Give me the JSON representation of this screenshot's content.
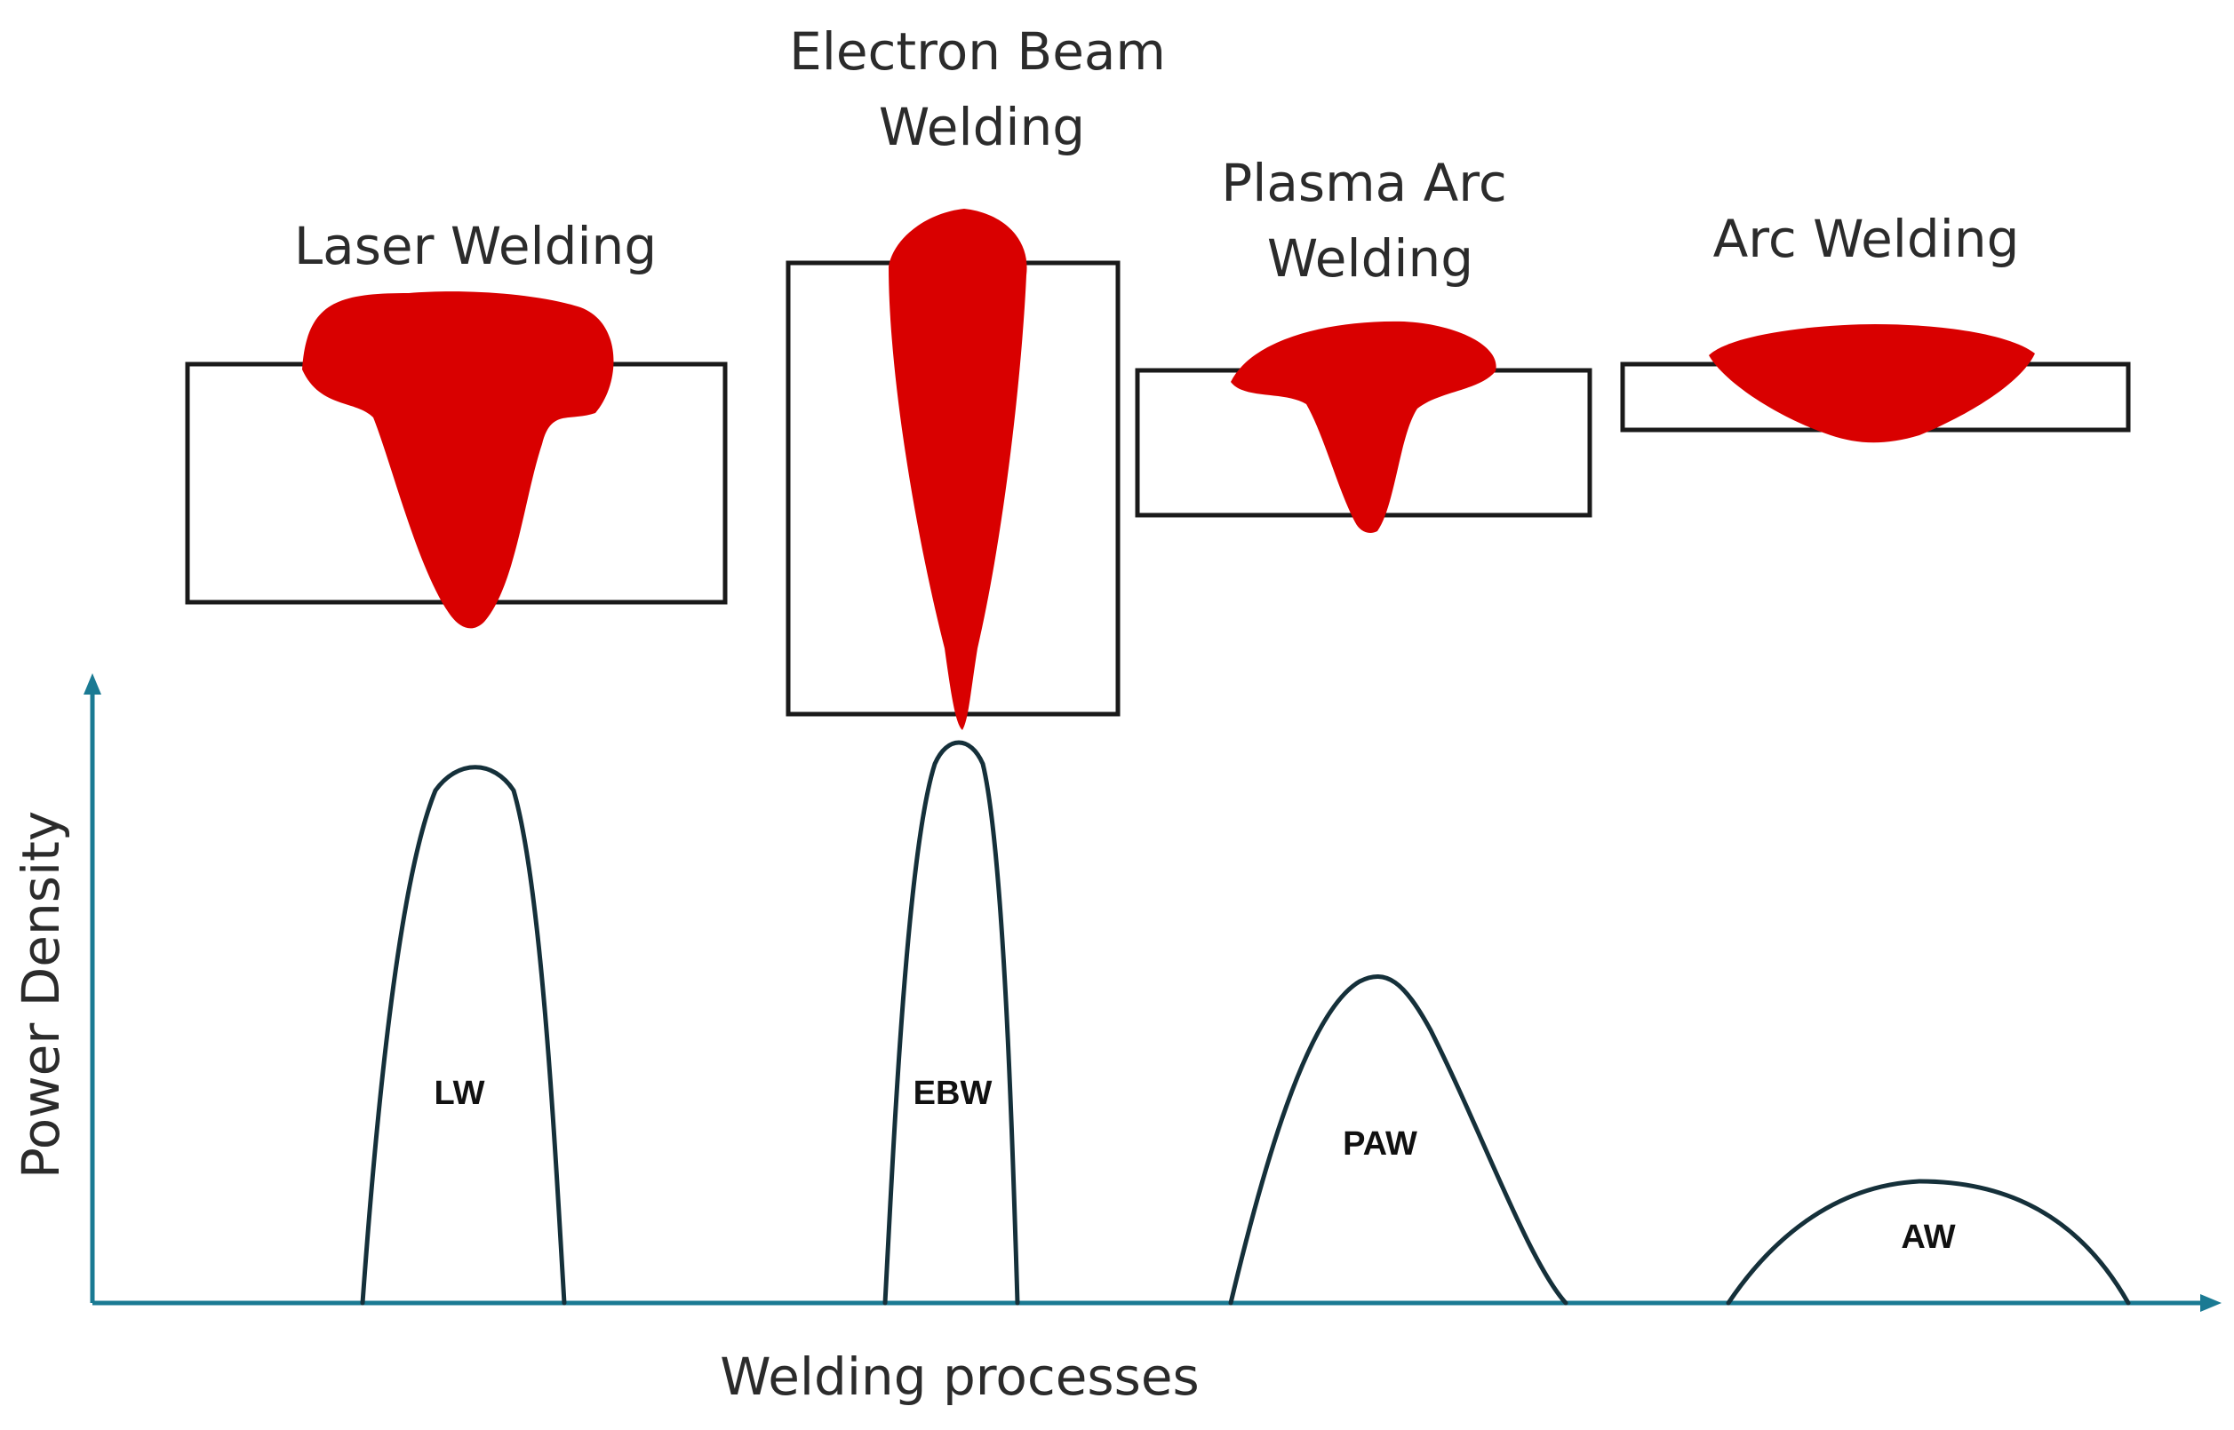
{
  "colors": {
    "weld_bead": "#d90000",
    "axis": "#1a7a93",
    "curve": "#15303a",
    "text": "#2b2b2b"
  },
  "processes": [
    {
      "id": "laser",
      "title_lines": [
        "Laser Welding"
      ],
      "abbreviation": "LW",
      "relative_power_density": 0.87
    },
    {
      "id": "electron-beam",
      "title_lines": [
        "Electron Beam",
        "Welding"
      ],
      "abbreviation": "EBW",
      "relative_power_density": 0.9
    },
    {
      "id": "plasma-arc",
      "title_lines": [
        "Plasma Arc",
        "Welding"
      ],
      "abbreviation": "PAW",
      "relative_power_density": 0.53
    },
    {
      "id": "arc",
      "title_lines": [
        "Arc Welding"
      ],
      "abbreviation": "AW",
      "relative_power_density": 0.2
    }
  ],
  "axes": {
    "x_title": "Welding processes",
    "y_title": "Power Density"
  }
}
